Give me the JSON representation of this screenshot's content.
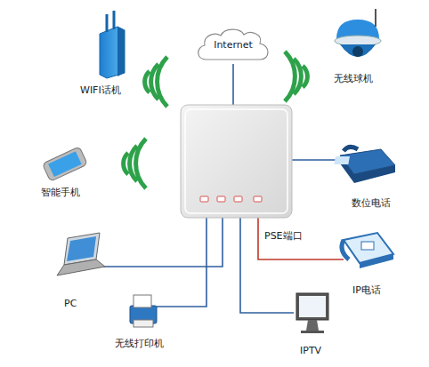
{
  "diagram": {
    "nodes": [
      {
        "text": [
          "WIFI话机"
        ]
      },
      {
        "text": [
          "Internet"
        ]
      },
      {
        "text": [
          "无线球机"
        ]
      },
      {
        "text": [
          "智能手机"
        ]
      },
      {
        "text": [
          "数位电话"
        ]
      },
      {
        "text": [
          "IP电话"
        ]
      },
      {
        "text": [
          "PC"
        ]
      },
      {
        "text": [
          "无线打印机"
        ]
      },
      {
        "text": [
          "IPTV"
        ]
      }
    ],
    "labels": [
      "PSE端口"
    ]
  }
}
